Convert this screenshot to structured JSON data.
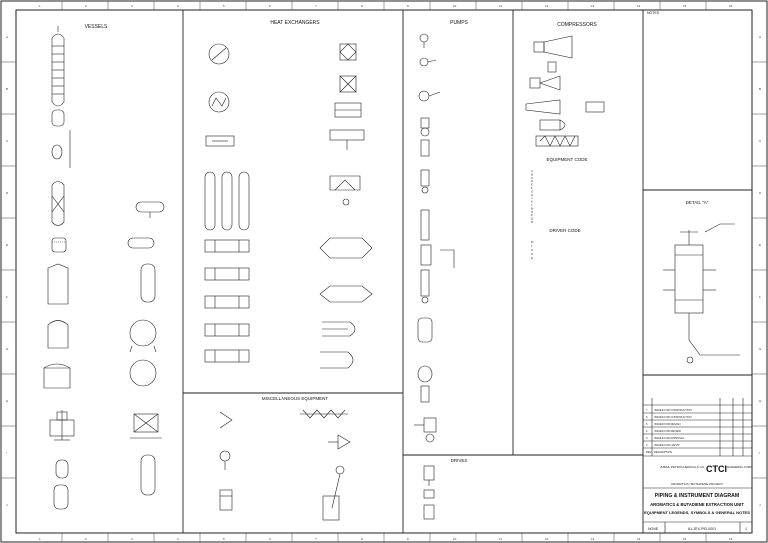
{
  "border": {
    "top_numbers": [
      "1",
      "2",
      "3",
      "4",
      "5",
      "6",
      "7",
      "8",
      "9",
      "10",
      "11",
      "12",
      "13",
      "14",
      "15",
      "16"
    ],
    "side_letters": [
      "A",
      "B",
      "C",
      "D",
      "E",
      "F",
      "G",
      "H",
      "I",
      "J"
    ]
  },
  "sections": {
    "vessels": "VESSELS",
    "heat_exchangers": "HEAT EXCHANGERS",
    "pumps": "PUMPS",
    "compressors": "COMPRESSORS",
    "equipment_code": "EQUIPMENT CODE",
    "driver_code": "DRIVER CODE",
    "miscellaneous": "MISCELLANEOUS EQUIPMENT",
    "drives": "DRIVES",
    "detail": "DETAIL \"A\"",
    "notes": "NOTES"
  },
  "equipment_code": [
    "A",
    "B",
    "C",
    "D",
    "E",
    "F",
    "G",
    "H",
    "J",
    "K",
    "L",
    "M",
    "N",
    "P",
    "Q",
    "R"
  ],
  "driver_code": [
    "M",
    "T",
    "H",
    "G",
    "E"
  ],
  "title_block": {
    "company_left": "JUBAIL PETROCHEMICALS CO.",
    "company_right": "CTCI",
    "company_right_sub": "ENGINEERING CORP.",
    "drawing_title": "PIPING & INSTRUMENT DIAGRAM",
    "subtitle_1": "AROMATICS & BUTADIENE EXTRACTION UNIT",
    "subtitle_2": "EQUIPMENT LEGENDS, SYMBOLS & GENERAL NOTES",
    "scale": "NONE",
    "drawing_no": "A1-JEX-PID-0001",
    "sheet": "1",
    "project": "AROMATICS / BUTADIENE PROJECT"
  },
  "revisions": [
    {
      "rev": "7",
      "desc": "ISSUED FOR CONSTRUCTION"
    },
    {
      "rev": "6",
      "desc": "ISSUED FOR CONSTRUCTION"
    },
    {
      "rev": "5",
      "desc": "ISSUED FOR DESIGN"
    },
    {
      "rev": "4",
      "desc": "ISSUED FOR REVIEW"
    },
    {
      "rev": "3",
      "desc": "ISSUED FOR APPROVAL"
    },
    {
      "rev": "2",
      "desc": "ISSUED FOR HAZOP"
    },
    {
      "rev": "REV",
      "desc": "DESCRIPTION"
    }
  ]
}
